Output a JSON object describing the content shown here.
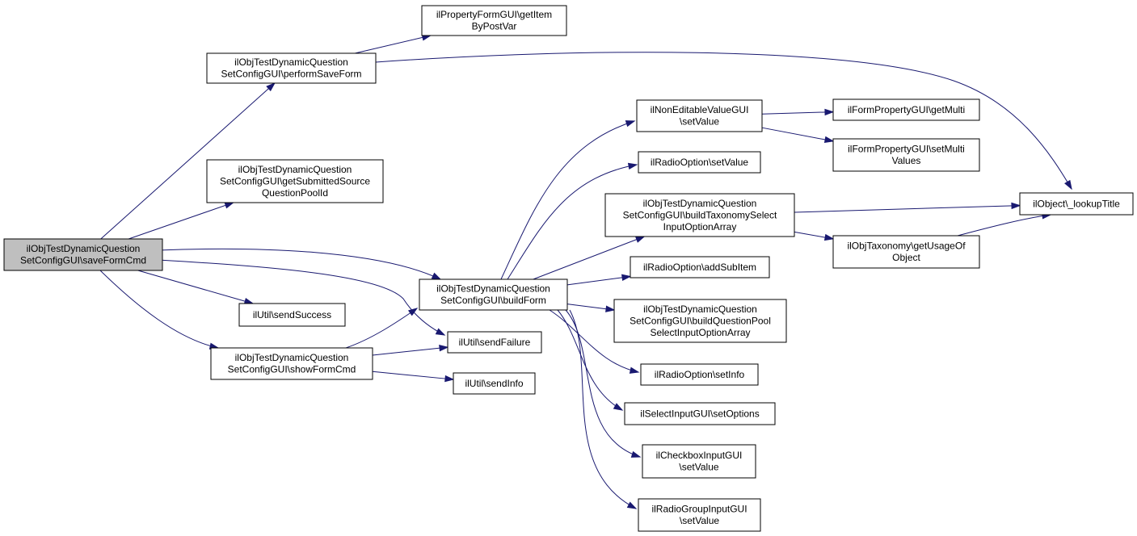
{
  "nodes": [
    {
      "id": "root",
      "lines": [
        "ilObjTestDynamicQuestion",
        "SetConfigGUI\\saveFormCmd"
      ],
      "root": true
    },
    {
      "id": "performSaveForm",
      "lines": [
        "ilObjTestDynamicQuestion",
        "SetConfigGUI\\performSaveForm"
      ]
    },
    {
      "id": "getItemByPostVar",
      "lines": [
        "ilPropertyFormGUI\\getItem",
        "ByPostVar"
      ]
    },
    {
      "id": "getSubmitted",
      "lines": [
        "ilObjTestDynamicQuestion",
        "SetConfigGUI\\getSubmittedSource",
        "QuestionPoolId"
      ]
    },
    {
      "id": "buildForm",
      "lines": [
        "ilObjTestDynamicQuestion",
        "SetConfigGUI\\buildForm"
      ]
    },
    {
      "id": "sendSuccess",
      "lines": [
        "ilUtil\\sendSuccess"
      ]
    },
    {
      "id": "showFormCmd",
      "lines": [
        "ilObjTestDynamicQuestion",
        "SetConfigGUI\\showFormCmd"
      ]
    },
    {
      "id": "sendFailure",
      "lines": [
        "ilUtil\\sendFailure"
      ]
    },
    {
      "id": "sendInfo",
      "lines": [
        "ilUtil\\sendInfo"
      ]
    },
    {
      "id": "nonEditableSetValue",
      "lines": [
        "ilNonEditableValueGUI",
        "\\setValue"
      ]
    },
    {
      "id": "radioOptionSetValue",
      "lines": [
        "ilRadioOption\\setValue"
      ]
    },
    {
      "id": "buildTaxonomy",
      "lines": [
        "ilObjTestDynamicQuestion",
        "SetConfigGUI\\buildTaxonomySelect",
        "InputOptionArray"
      ]
    },
    {
      "id": "addSubItem",
      "lines": [
        "ilRadioOption\\addSubItem"
      ]
    },
    {
      "id": "buildQuestionPool",
      "lines": [
        "ilObjTestDynamicQuestion",
        "SetConfigGUI\\buildQuestionPool",
        "SelectInputOptionArray"
      ]
    },
    {
      "id": "setInfo",
      "lines": [
        "ilRadioOption\\setInfo"
      ]
    },
    {
      "id": "setOptions",
      "lines": [
        "ilSelectInputGUI\\setOptions"
      ]
    },
    {
      "id": "checkboxSetValue",
      "lines": [
        "ilCheckboxInputGUI",
        "\\setValue"
      ]
    },
    {
      "id": "radioGroupSetValue",
      "lines": [
        "ilRadioGroupInputGUI",
        "\\setValue"
      ]
    },
    {
      "id": "getMulti",
      "lines": [
        "ilFormPropertyGUI\\getMulti"
      ]
    },
    {
      "id": "setMultiValues",
      "lines": [
        "ilFormPropertyGUI\\setMulti",
        "Values"
      ]
    },
    {
      "id": "lookupTitle",
      "lines": [
        "ilObject\\_lookupTitle"
      ]
    },
    {
      "id": "getUsageOfObject",
      "lines": [
        "ilObjTaxonomy\\getUsageOf",
        "Object"
      ]
    }
  ],
  "edges": [
    [
      "root",
      "performSaveForm"
    ],
    [
      "root",
      "getSubmitted"
    ],
    [
      "root",
      "buildForm"
    ],
    [
      "root",
      "sendSuccess"
    ],
    [
      "root",
      "sendFailure"
    ],
    [
      "root",
      "showFormCmd"
    ],
    [
      "performSaveForm",
      "getItemByPostVar"
    ],
    [
      "performSaveForm",
      "lookupTitle"
    ],
    [
      "showFormCmd",
      "buildForm"
    ],
    [
      "showFormCmd",
      "sendFailure"
    ],
    [
      "showFormCmd",
      "sendInfo"
    ],
    [
      "buildForm",
      "nonEditableSetValue"
    ],
    [
      "buildForm",
      "radioOptionSetValue"
    ],
    [
      "buildForm",
      "buildTaxonomy"
    ],
    [
      "buildForm",
      "addSubItem"
    ],
    [
      "buildForm",
      "buildQuestionPool"
    ],
    [
      "buildForm",
      "setInfo"
    ],
    [
      "buildForm",
      "setOptions"
    ],
    [
      "buildForm",
      "checkboxSetValue"
    ],
    [
      "buildForm",
      "radioGroupSetValue"
    ],
    [
      "nonEditableSetValue",
      "getMulti"
    ],
    [
      "nonEditableSetValue",
      "setMultiValues"
    ],
    [
      "buildTaxonomy",
      "lookupTitle"
    ],
    [
      "buildTaxonomy",
      "getUsageOfObject"
    ],
    [
      "getUsageOfObject",
      "lookupTitle"
    ]
  ]
}
